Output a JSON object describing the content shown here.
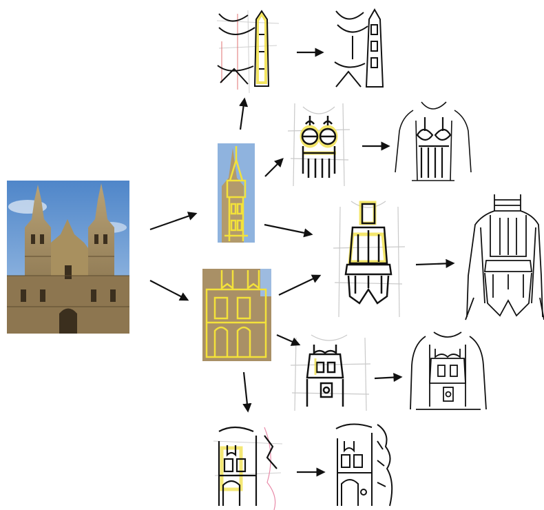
{
  "diagram": {
    "type": "design-process-flow",
    "nodes": [
      {
        "id": "cathedral-photo",
        "kind": "photo"
      },
      {
        "id": "tower-detail",
        "kind": "photo-crop-yellow-overlay"
      },
      {
        "id": "facade-detail",
        "kind": "photo-crop-yellow-overlay"
      },
      {
        "id": "sketch-top-overlay",
        "kind": "sketch-overlay"
      },
      {
        "id": "sketch-top-final",
        "kind": "sketch"
      },
      {
        "id": "sketch-bustier-overlay",
        "kind": "sketch-overlay"
      },
      {
        "id": "sketch-bustier-final",
        "kind": "sketch"
      },
      {
        "id": "sketch-bodysuit-overlay",
        "kind": "sketch-overlay"
      },
      {
        "id": "sketch-bodysuit-final",
        "kind": "sketch"
      },
      {
        "id": "sketch-corset-overlay",
        "kind": "sketch-overlay"
      },
      {
        "id": "sketch-corset-final",
        "kind": "sketch"
      },
      {
        "id": "sketch-bottom-overlay",
        "kind": "sketch-overlay"
      },
      {
        "id": "sketch-bottom-final",
        "kind": "sketch"
      }
    ],
    "edges": [
      [
        "cathedral-photo",
        "tower-detail"
      ],
      [
        "cathedral-photo",
        "facade-detail"
      ],
      [
        "tower-detail",
        "sketch-top-overlay"
      ],
      [
        "tower-detail",
        "sketch-bustier-overlay"
      ],
      [
        "tower-detail",
        "sketch-bodysuit-overlay"
      ],
      [
        "facade-detail",
        "sketch-bodysuit-overlay"
      ],
      [
        "facade-detail",
        "sketch-corset-overlay"
      ],
      [
        "facade-detail",
        "sketch-bottom-overlay"
      ],
      [
        "sketch-top-overlay",
        "sketch-top-final"
      ],
      [
        "sketch-bustier-overlay",
        "sketch-bustier-final"
      ],
      [
        "sketch-bodysuit-overlay",
        "sketch-bodysuit-final"
      ],
      [
        "sketch-corset-overlay",
        "sketch-corset-final"
      ],
      [
        "sketch-bottom-overlay",
        "sketch-bottom-final"
      ]
    ]
  },
  "colors": {
    "sky": "#6f9fd6",
    "stone": "#b39a6b",
    "stone_dark": "#6e5a3a",
    "overlay_yellow": "#f3e23a",
    "ink": "#111111",
    "guide_gray": "#b8b8b8"
  }
}
